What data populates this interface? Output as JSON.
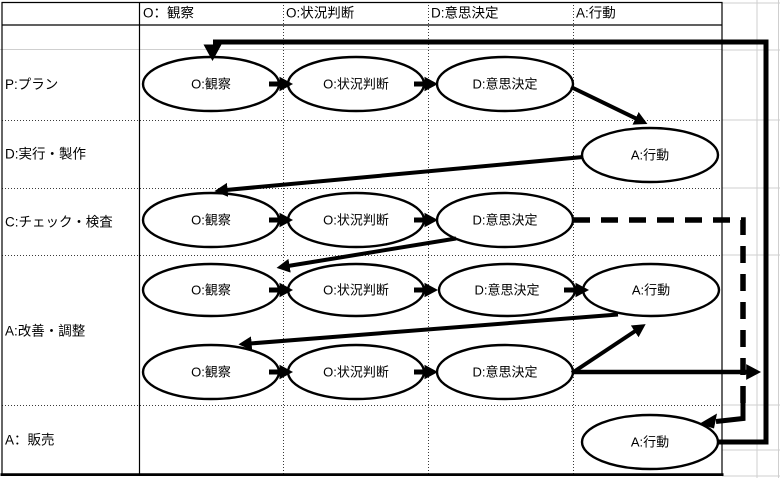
{
  "table": {
    "column_headers": [
      "O：観察",
      "O:状況判断",
      "D:意思決定",
      "A:行動"
    ],
    "row_headers": [
      "P:プラン",
      "D:実行・製作",
      "C:チェック・検査",
      "A:改善・調整",
      "A：販売"
    ]
  },
  "nodes": {
    "plan_observe": "O:観察",
    "plan_orient": "O:状況判断",
    "plan_decide": "D:意思決定",
    "do_act": "A:行動",
    "check_observe": "O:観察",
    "check_orient": "O:状況判断",
    "check_decide": "D:意思決定",
    "act1_observe": "O:観察",
    "act1_orient": "O:状況判断",
    "act1_decide": "D:意思決定",
    "act1_act": "A:行動",
    "act2_observe": "O:観察",
    "act2_orient": "O:状況判断",
    "act2_decide": "D:意思決定",
    "sale_act": "A:行動"
  },
  "edges": [
    {
      "from": "plan_observe",
      "to": "plan_orient",
      "style": "solid"
    },
    {
      "from": "plan_orient",
      "to": "plan_decide",
      "style": "solid"
    },
    {
      "from": "plan_decide",
      "to": "do_act",
      "style": "solid"
    },
    {
      "from": "do_act",
      "to": "check_observe",
      "style": "solid"
    },
    {
      "from": "check_observe",
      "to": "check_orient",
      "style": "solid"
    },
    {
      "from": "check_orient",
      "to": "check_decide",
      "style": "solid"
    },
    {
      "from": "check_decide",
      "to": "act1_observe",
      "style": "solid"
    },
    {
      "from": "act1_observe",
      "to": "act1_orient",
      "style": "solid"
    },
    {
      "from": "act1_orient",
      "to": "act1_decide",
      "style": "solid"
    },
    {
      "from": "act1_decide",
      "to": "act1_act",
      "style": "solid"
    },
    {
      "from": "act1_act",
      "to": "act2_observe",
      "style": "solid"
    },
    {
      "from": "act2_observe",
      "to": "act2_orient",
      "style": "solid"
    },
    {
      "from": "act2_orient",
      "to": "act2_decide",
      "style": "solid"
    },
    {
      "from": "act2_decide",
      "to": "act1_act",
      "style": "solid"
    },
    {
      "from": "act2_decide",
      "to": "sale_act",
      "style": "solid"
    },
    {
      "from": "sale_act",
      "to": "plan_observe",
      "style": "solid"
    },
    {
      "from": "check_decide",
      "to": "sale_act",
      "style": "dashed"
    }
  ],
  "colors": {
    "line": "#000000",
    "background": "#ffffff",
    "grid_gray": "#cfcfcf"
  }
}
